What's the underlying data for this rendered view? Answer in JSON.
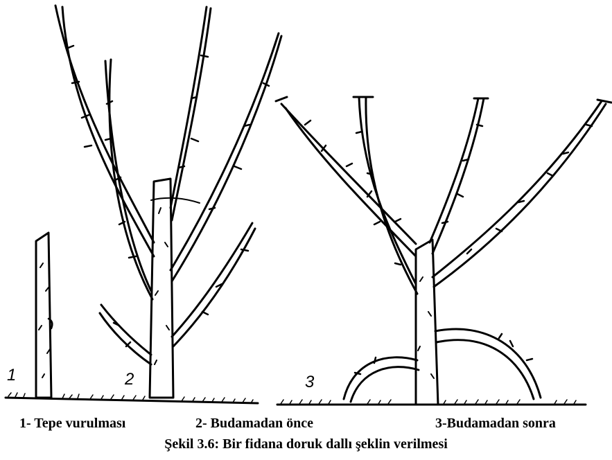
{
  "figure": {
    "labels": {
      "one": "1",
      "two": "2",
      "three": "3"
    },
    "captions": {
      "first": "1- Tepe vurulması",
      "second": "2- Budamadan önce",
      "third": "3-Budamadan sonra"
    },
    "title": "Şekil 3.6: Bir fidana doruk dallı şeklin verilmesi"
  }
}
